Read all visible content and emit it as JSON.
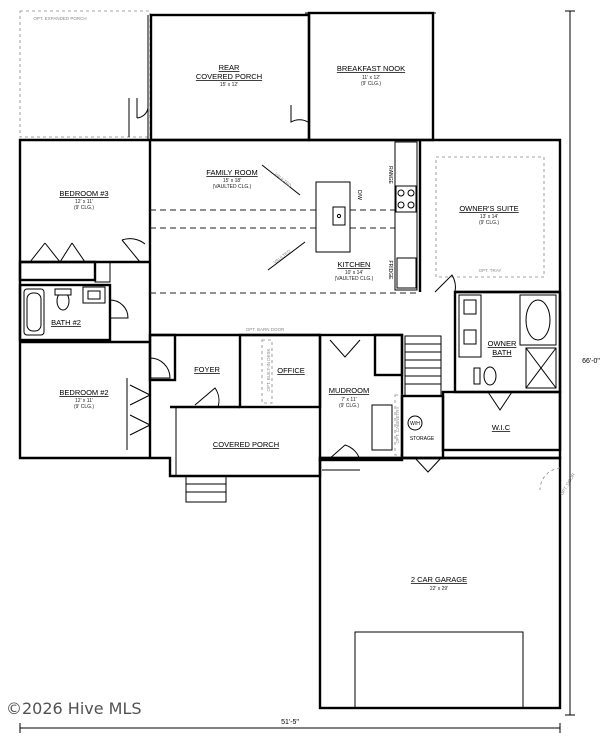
{
  "rooms": {
    "rear_porch": {
      "name": "REAR",
      "name2": "COVERED PORCH",
      "size": "15' x 12'"
    },
    "breakfast": {
      "name": "BREAKFAST NOOK",
      "size": "11' x 12'",
      "ceiling": "(9' CLG.)"
    },
    "family": {
      "name": "FAMILY ROOM",
      "size": "15' x 18'",
      "ceiling": "(VAULTED CLG.)"
    },
    "kitchen": {
      "name": "KITCHEN",
      "size": "10' x 14'",
      "ceiling": "(VAULTED CLG.)"
    },
    "bedroom3": {
      "name": "BEDROOM #3",
      "size": "12' x 11'",
      "ceiling": "(9' CLG.)"
    },
    "bath2": {
      "name": "BATH #2"
    },
    "bedroom2": {
      "name": "BEDROOM #2",
      "size": "12' x 11'",
      "ceiling": "(9' CLG.)"
    },
    "owners_suite": {
      "name": "OWNER'S SUITE",
      "size": "13' x 14'",
      "ceiling": "(9' CLG.)"
    },
    "owner_bath": {
      "name": "OWNER",
      "name2": "BATH"
    },
    "wic": {
      "name": "W.I.C"
    },
    "foyer": {
      "name": "FOYER"
    },
    "office": {
      "name": "OFFICE"
    },
    "mudroom": {
      "name": "MUDROOM",
      "size": "7' x 11'",
      "ceiling": "(9' CLG.)"
    },
    "covered_porch": {
      "name": "COVERED PORCH"
    },
    "garage": {
      "name": "2 CAR GARAGE",
      "size": "22' x 29'"
    }
  },
  "notes": {
    "expanded_porch": "OPT. EXPANDED PORCH",
    "tray": "OPT. TRAY",
    "barn_door": "OPT. BARN DOOR",
    "built_in_desk": "OPT. BUILT-IN DESK",
    "opt_cabinetry": "OPT. CABINETRY",
    "opt_door": "OPT. DOOR",
    "vaulted": "VAULTED"
  },
  "fixture_labels": {
    "dw": "D/W",
    "range": "RANGE",
    "fridge": "FRIDGE",
    "wh": "W/H",
    "storage": "STORAGE"
  },
  "dimensions": {
    "height": "66'-0\"",
    "width": "51'-5\""
  },
  "watermark": "©2026 Hive MLS"
}
